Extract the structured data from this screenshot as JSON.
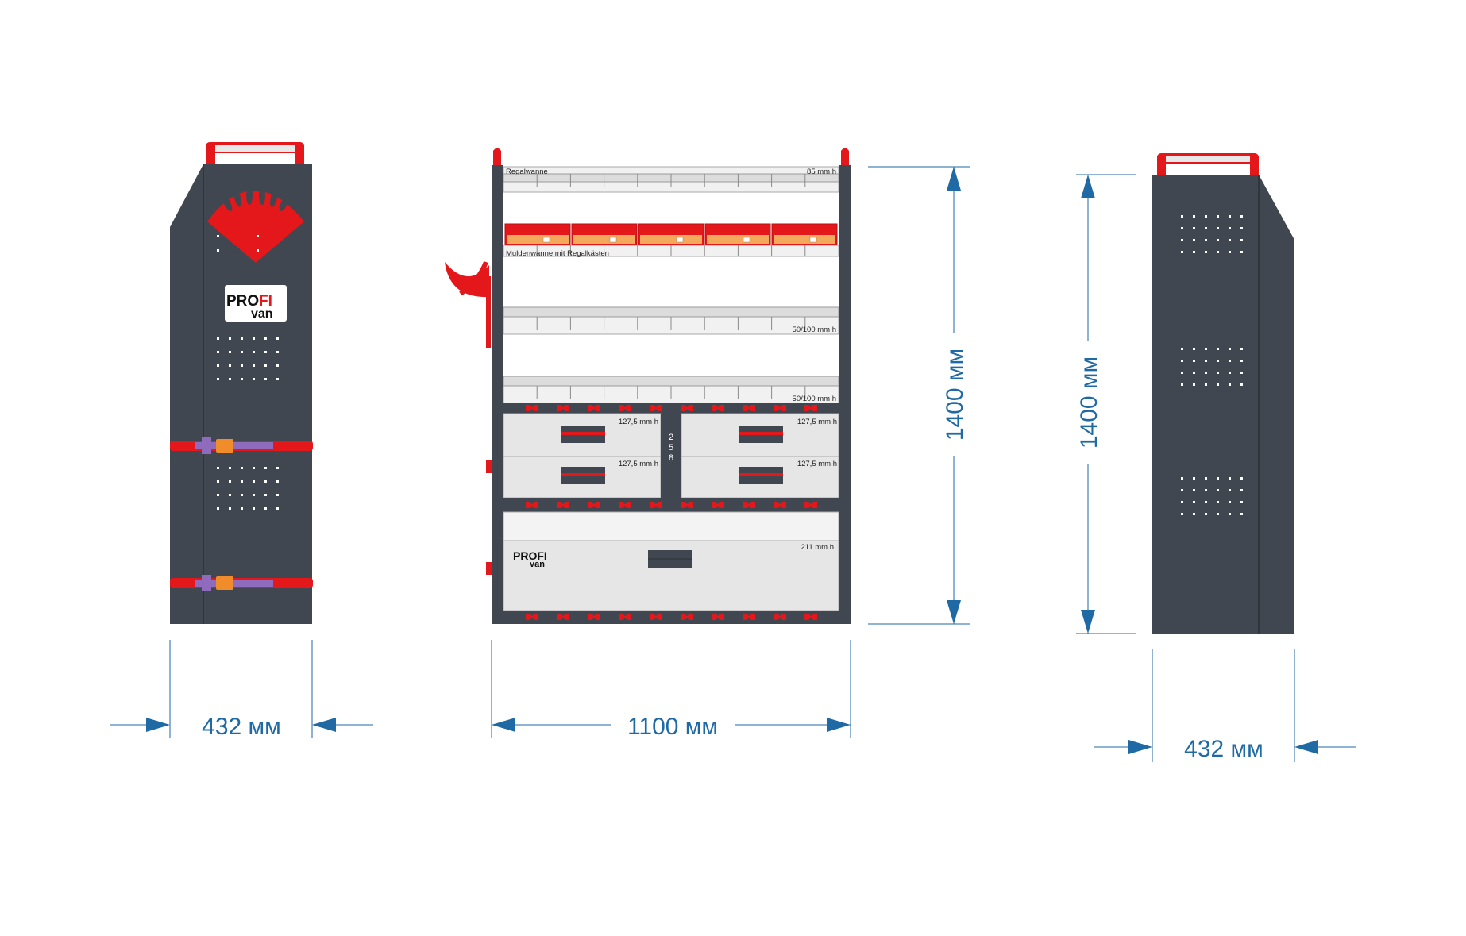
{
  "colors": {
    "frame": "#414750",
    "accent": "#e4171b",
    "dimension": "#1f6aa5",
    "panel": "#e6e6e6",
    "strap": "#8f6bbd",
    "buckle": "#f08c2a"
  },
  "icons": {
    "arrow": "triangle-arrow-icon",
    "handle": "carry-handle-icon",
    "clip": "red-clip-icon"
  },
  "left_view": {
    "logo_part1": "PRO",
    "logo_part2": "FI",
    "logo_part3": "van",
    "width_label": "432 мм"
  },
  "front_view": {
    "shelves": [
      {
        "label": "Regalwanne",
        "height": "85 mm h"
      },
      {
        "label": "Muldenwanne mit Regalkästen",
        "height": ""
      },
      {
        "label": "",
        "height": "50/100 mm h"
      },
      {
        "label": "",
        "height": "50/100 mm h"
      }
    ],
    "drawers": [
      {
        "height": "127,5 mm h"
      },
      {
        "height": "127,5 mm h"
      },
      {
        "height": "127,5 mm h"
      },
      {
        "height": "127,5 mm h"
      }
    ],
    "divider_digits": [
      "2",
      "5",
      "8"
    ],
    "big_drawer_height": "211 mm h",
    "logo_part1": "PROFI",
    "logo_part2": "van",
    "width_label": "1100 мм",
    "height_label": "1400 мм"
  },
  "right_view": {
    "height_label": "1400 мм",
    "width_label": "432 мм"
  }
}
